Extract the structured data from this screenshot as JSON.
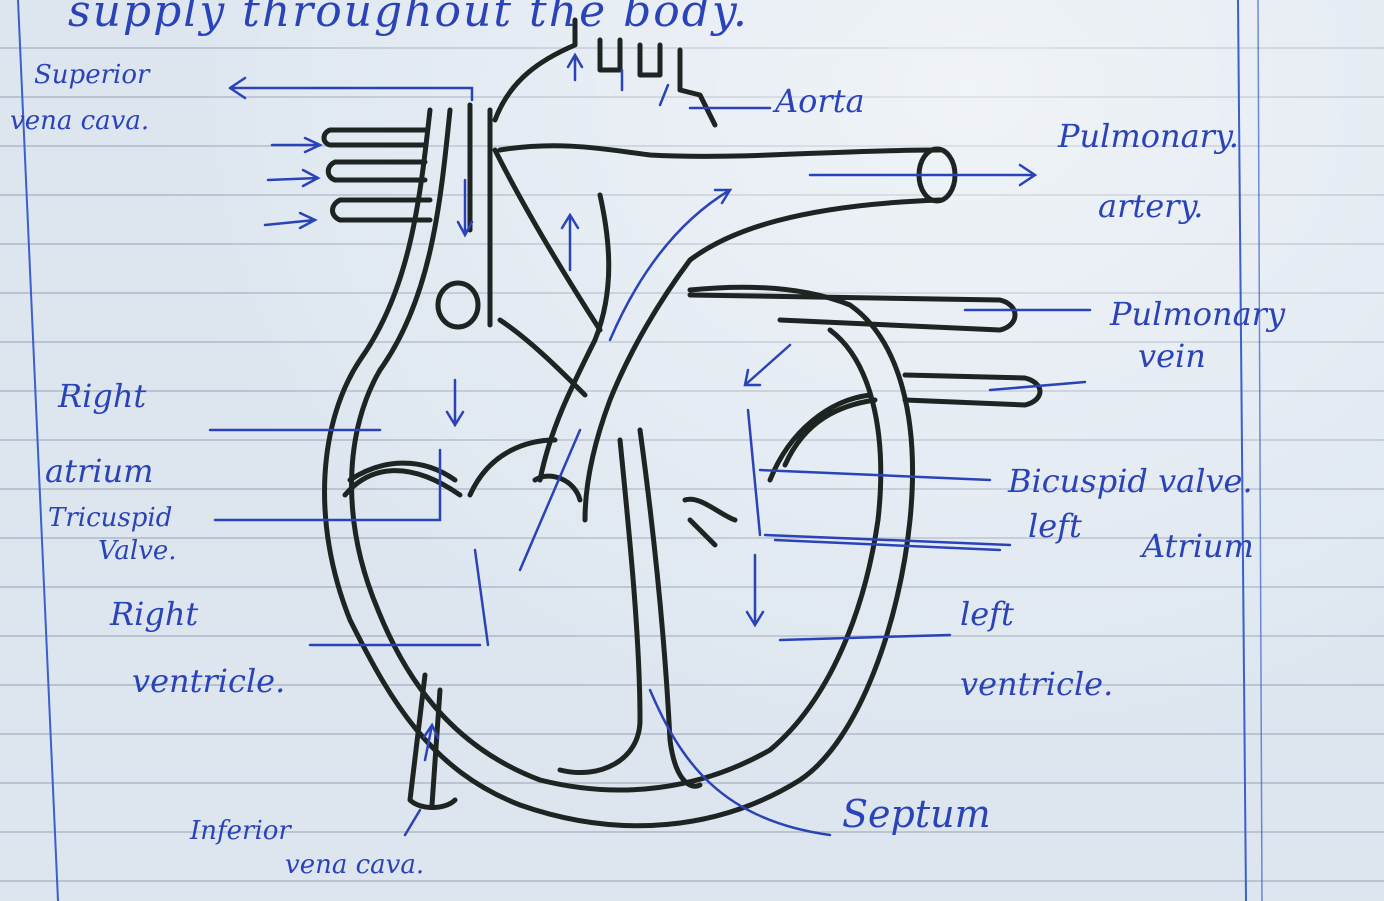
{
  "heading": "supply throughout the body.",
  "labels": {
    "superior_vena_cava": [
      "Superior",
      "vena cava."
    ],
    "aorta": "Aorta",
    "pulmonary_artery": [
      "Pulmonary.",
      "artery."
    ],
    "pulmonary_vein": [
      "Pulmonary",
      "vein"
    ],
    "right_atrium": [
      "Right",
      "atrium"
    ],
    "tricuspid_valve": [
      "Tricuspid",
      "Valve."
    ],
    "right_ventricle": [
      "Right",
      "ventricle."
    ],
    "bicuspid_valve": "Bicuspid valve.",
    "left_atrium": [
      "left",
      "Atrium"
    ],
    "left_ventricle": [
      "left",
      "ventricle."
    ],
    "septum": "Septum",
    "inferior_vena_cava": [
      "Inferior",
      "vena cava."
    ]
  },
  "colors": {
    "ink_black": "#1e2422",
    "ink_blue": "#2b43b8",
    "margin_line": "#3b5fcf",
    "paper": "#dde6ef"
  }
}
